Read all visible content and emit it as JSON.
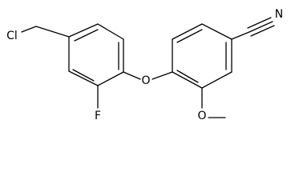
{
  "structure": {
    "atom_labels": {
      "chlorine": "Cl",
      "fluorine": "F",
      "ether_oxygen": "O",
      "methoxy_oxygen": "O",
      "nitrile_nitrogen": "N"
    }
  }
}
